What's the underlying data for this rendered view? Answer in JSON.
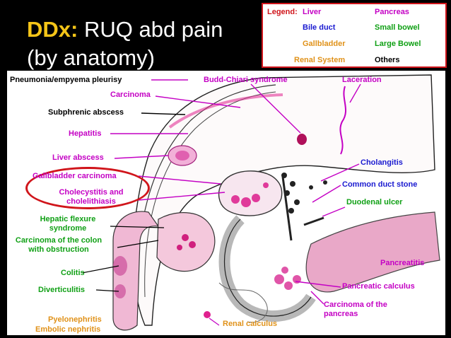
{
  "title": {
    "ddx": "DDx:",
    "line1_rest": " RUQ abd pain",
    "line2": "(by anatomy)"
  },
  "legend": {
    "label": "Legend:",
    "items": [
      "Liver",
      "Pancreas",
      "Bile duct",
      "Small bowel",
      "Gallbladder",
      "Large Bowel",
      "Renal System",
      "Others"
    ]
  },
  "labels": {
    "pneumonia": "Pneumonia/empyema pleurisy",
    "carcinoma": "Carcinoma",
    "subphrenic": "Subphrenic abscess",
    "hepatitis": "Hepatitis",
    "liver_abscess": "Liver abscess",
    "gb_carcinoma": "Gallbladder carcinoma",
    "cholecystitis_1": "Cholecystitis and",
    "cholecystitis_2": "cholelithiasis",
    "hepatic_flexure_1": "Hepatic flexure",
    "hepatic_flexure_2": "syndrome",
    "colon_ca_1": "Carcinoma of the colon",
    "colon_ca_2": "with obstruction",
    "colitis": "Colitis",
    "diverticulitis": "Diverticulitis",
    "pyelonephritis": "Pyelonephritis",
    "embolic": "Embolic nephritis",
    "renal_calculus": "Renal calculus",
    "budd_chiari": "Budd-Chiari syndrome",
    "laceration": "Laceration",
    "cholangitis": "Cholangitis",
    "common_duct": "Common duct stone",
    "duodenal": "Duodenal ulcer",
    "pancreatitis": "Pancreatitis",
    "pancreatic_calculus": "Pancreatic calculus",
    "pancreas_ca_1": "Carcinoma of the",
    "pancreas_ca_2": "pancreas"
  },
  "colors": {
    "liver": "#c400c4",
    "pancreas": "#c400c4",
    "bile_duct": "#1a1ad0",
    "small_bowel": "#10a015",
    "gallbladder": "#e0921a",
    "large_bowel": "#10a015",
    "renal_system": "#e0921a",
    "others": "#000000",
    "highlight": "#d0151b",
    "title_accent": "#f5c518"
  }
}
